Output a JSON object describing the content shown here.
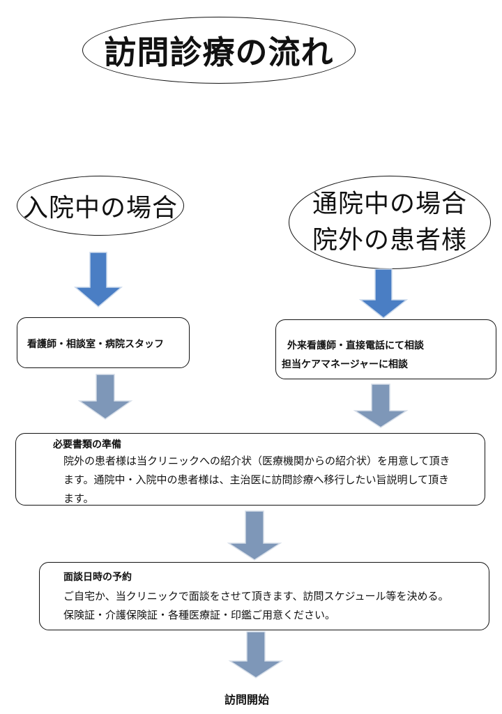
{
  "title": "訪問診療の流れ",
  "left_oval": {
    "text": "入院中の場合"
  },
  "right_oval": {
    "line1": "通院中の場合",
    "line2": "院外の患者様"
  },
  "left_box": {
    "text": "看護師・相談室・病院スタッフ"
  },
  "right_box": {
    "line1": "外来看護師・直接電話にて相談",
    "line2": "担当ケアマネージャーに相談"
  },
  "documents": {
    "heading": "必要書類の準備",
    "line1": "院外の患者様は当クリニックへの紹介状（医療機関からの紹介状）を用意して頂き",
    "line2": "ます。通院中・入院中の患者様は、主治医に訪問診療へ移行したい旨説明して頂き",
    "line3": "ます。"
  },
  "appointment": {
    "heading": "面談日時の予約",
    "line1": "ご自宅か、当クリニックで面談をさせて頂きます、訪問スケジュール等を決める。",
    "line2": "保険証・介護保険証・各種医療証・印鑑ご用意ください。"
  },
  "start": {
    "text": "訪問開始"
  },
  "colors": {
    "arrow_blue": "#4a7ec4",
    "arrow_gray": "#7e97b8",
    "border": "#111111"
  }
}
